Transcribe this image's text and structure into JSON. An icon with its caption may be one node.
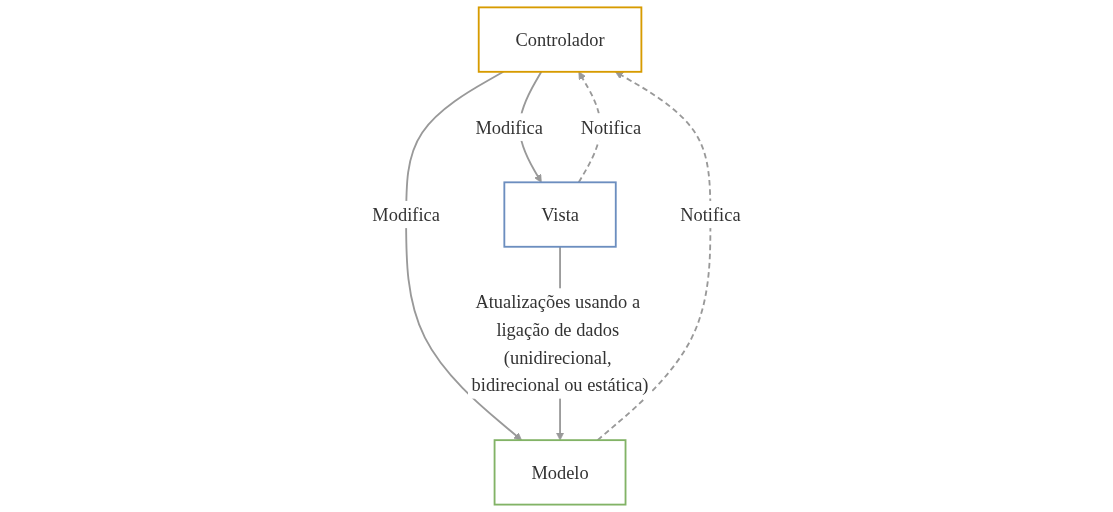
{
  "diagram": {
    "nodes": [
      {
        "text": [
          "Controlador"
        ]
      },
      {
        "text": [
          "Modelo"
        ]
      },
      {
        "text": [
          "Vista"
        ]
      }
    ],
    "edges": [
      {
        "from": 0,
        "to": 1,
        "arrow": "to",
        "label": "Modifica"
      },
      {
        "from": 1,
        "to": 0,
        "arrow": "to",
        "label": "Notifica",
        "style": "dashed"
      },
      {
        "from": 0,
        "to": 2,
        "arrow": "to",
        "label": "Modifica"
      },
      {
        "from": 2,
        "to": 0,
        "arrow": "to",
        "label": "Notifica",
        "style": "dashed"
      },
      {
        "from": 2,
        "to": 1,
        "arrow": "to",
        "label": "Atualizações usando a ligação de dados (unidirecional, bidirecional ou estática)"
      }
    ]
  }
}
